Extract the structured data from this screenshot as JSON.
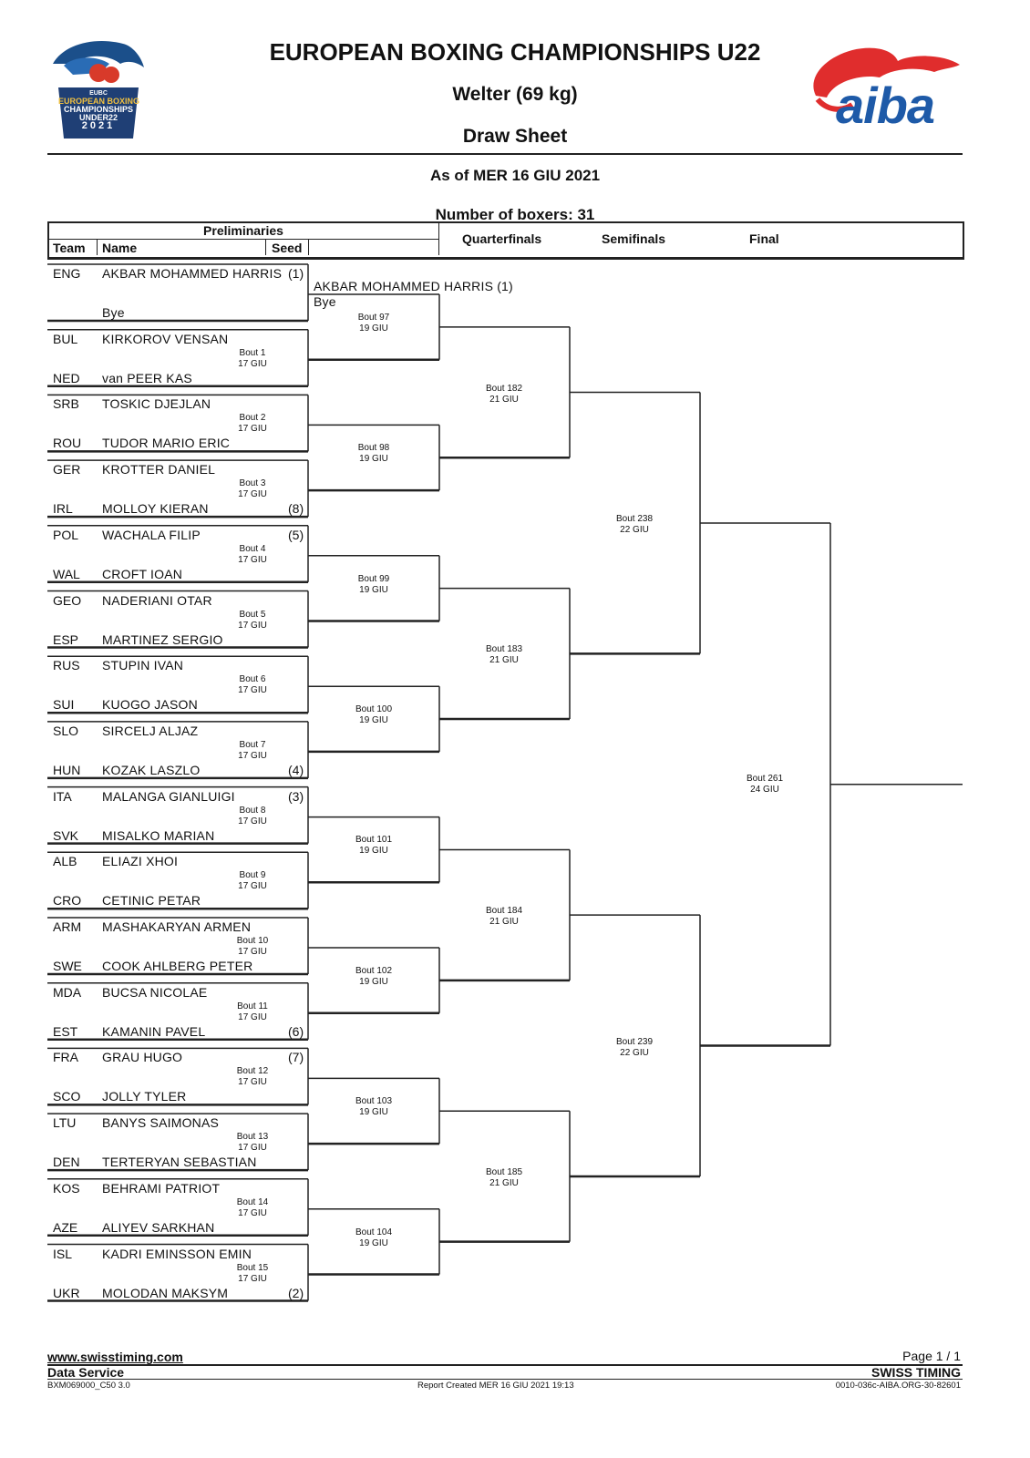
{
  "header": {
    "title": "EUROPEAN BOXING CHAMPIONSHIPS U22",
    "weight_class": "Welter (69 kg)",
    "sheet": "Draw Sheet",
    "as_of": "As of MER 16 GIU 2021",
    "num_boxers": "Number of boxers: 31",
    "logo_left_text": [
      "EUBC",
      "EUROPEAN BOXING",
      "CHAMPIONSHIPS",
      "UNDER22",
      "2021"
    ],
    "logo_right_text": "aiba"
  },
  "columns": {
    "preliminaries": "Preliminaries",
    "team": "Team",
    "name": "Name",
    "seed": "Seed",
    "quarterfinals": "Quarterfinals",
    "semifinals": "Semifinals",
    "final": "Final"
  },
  "boxers": [
    {
      "team": "ENG",
      "name": "AKBAR MOHAMMED HARRIS",
      "seed": "(1)"
    },
    {
      "team": "",
      "name": "Bye",
      "seed": ""
    },
    {
      "team": "BUL",
      "name": "KIRKOROV VENSAN",
      "seed": ""
    },
    {
      "team": "NED",
      "name": "van PEER KAS",
      "seed": ""
    },
    {
      "team": "SRB",
      "name": "TOSKIC DJEJLAN",
      "seed": ""
    },
    {
      "team": "ROU",
      "name": "TUDOR MARIO ERIC",
      "seed": ""
    },
    {
      "team": "GER",
      "name": "KROTTER DANIEL",
      "seed": ""
    },
    {
      "team": "IRL",
      "name": "MOLLOY KIERAN",
      "seed": "(8)"
    },
    {
      "team": "POL",
      "name": "WACHALA FILIP",
      "seed": "(5)"
    },
    {
      "team": "WAL",
      "name": "CROFT IOAN",
      "seed": ""
    },
    {
      "team": "GEO",
      "name": "NADERIANI OTAR",
      "seed": ""
    },
    {
      "team": "ESP",
      "name": "MARTINEZ SERGIO",
      "seed": ""
    },
    {
      "team": "RUS",
      "name": "STUPIN IVAN",
      "seed": ""
    },
    {
      "team": "SUI",
      "name": "KUOGO JASON",
      "seed": ""
    },
    {
      "team": "SLO",
      "name": "SIRCELJ ALJAZ",
      "seed": ""
    },
    {
      "team": "HUN",
      "name": "KOZAK LASZLO",
      "seed": "(4)"
    },
    {
      "team": "ITA",
      "name": "MALANGA GIANLUIGI",
      "seed": "(3)"
    },
    {
      "team": "SVK",
      "name": "MISALKO MARIAN",
      "seed": ""
    },
    {
      "team": "ALB",
      "name": "ELIAZI XHOI",
      "seed": ""
    },
    {
      "team": "CRO",
      "name": "CETINIC PETAR",
      "seed": ""
    },
    {
      "team": "ARM",
      "name": "MASHAKARYAN ARMEN",
      "seed": ""
    },
    {
      "team": "SWE",
      "name": "COOK AHLBERG PETER",
      "seed": ""
    },
    {
      "team": "MDA",
      "name": "BUCSA NICOLAE",
      "seed": ""
    },
    {
      "team": "EST",
      "name": "KAMANIN PAVEL",
      "seed": "(6)"
    },
    {
      "team": "FRA",
      "name": "GRAU HUGO",
      "seed": "(7)"
    },
    {
      "team": "SCO",
      "name": "JOLLY TYLER",
      "seed": ""
    },
    {
      "team": "LTU",
      "name": "BANYS SAIMONAS",
      "seed": ""
    },
    {
      "team": "DEN",
      "name": "TERTERYAN SEBASTIAN",
      "seed": ""
    },
    {
      "team": "KOS",
      "name": "BEHRAMI PATRIOT",
      "seed": ""
    },
    {
      "team": "AZE",
      "name": "ALIYEV SARKHAN",
      "seed": ""
    },
    {
      "team": "ISL",
      "name": "KADRI EMINSSON EMIN",
      "seed": ""
    },
    {
      "team": "UKR",
      "name": "MOLODAN MAKSYM",
      "seed": "(2)"
    }
  ],
  "prelim_bouts": [
    {
      "bout": "",
      "date": ""
    },
    {
      "bout": "Bout 1",
      "date": "17 GIU"
    },
    {
      "bout": "Bout 2",
      "date": "17 GIU"
    },
    {
      "bout": "Bout 3",
      "date": "17 GIU"
    },
    {
      "bout": "Bout 4",
      "date": "17 GIU"
    },
    {
      "bout": "Bout 5",
      "date": "17 GIU"
    },
    {
      "bout": "Bout 6",
      "date": "17 GIU"
    },
    {
      "bout": "Bout 7",
      "date": "17 GIU"
    },
    {
      "bout": "Bout 8",
      "date": "17 GIU"
    },
    {
      "bout": "Bout 9",
      "date": "17 GIU"
    },
    {
      "bout": "Bout 10",
      "date": "17 GIU"
    },
    {
      "bout": "Bout 11",
      "date": "17 GIU"
    },
    {
      "bout": "Bout 12",
      "date": "17 GIU"
    },
    {
      "bout": "Bout 13",
      "date": "17 GIU"
    },
    {
      "bout": "Bout 14",
      "date": "17 GIU"
    },
    {
      "bout": "Bout 15",
      "date": "17 GIU"
    }
  ],
  "r16_advanced": {
    "upper": "AKBAR MOHAMMED HARRIS (1)",
    "lower": "Bye"
  },
  "r16_bouts": [
    {
      "bout": "Bout 97",
      "date": "19 GIU"
    },
    {
      "bout": "Bout 98",
      "date": "19 GIU"
    },
    {
      "bout": "Bout 99",
      "date": "19 GIU"
    },
    {
      "bout": "Bout 100",
      "date": "19 GIU"
    },
    {
      "bout": "Bout 101",
      "date": "19 GIU"
    },
    {
      "bout": "Bout 102",
      "date": "19 GIU"
    },
    {
      "bout": "Bout 103",
      "date": "19 GIU"
    },
    {
      "bout": "Bout 104",
      "date": "19 GIU"
    }
  ],
  "qf_bouts": [
    {
      "bout": "Bout 182",
      "date": "21 GIU"
    },
    {
      "bout": "Bout 183",
      "date": "21 GIU"
    },
    {
      "bout": "Bout 184",
      "date": "21 GIU"
    },
    {
      "bout": "Bout 185",
      "date": "21 GIU"
    }
  ],
  "sf_bouts": [
    {
      "bout": "Bout 238",
      "date": "22 GIU"
    },
    {
      "bout": "Bout 239",
      "date": "22 GIU"
    }
  ],
  "final_bout": {
    "bout": "Bout 261",
    "date": "24 GIU"
  },
  "footer": {
    "website": "www.swisstiming.com",
    "data_service": "Data Service",
    "code": "BXM069000_C50 3.0",
    "report": "Report Created  MER 16 GIU 2021 19:13",
    "page": "Page 1 / 1",
    "brand": "SWISS TIMING",
    "ref": "0010-036c-AIBA.ORG-30-82601"
  }
}
